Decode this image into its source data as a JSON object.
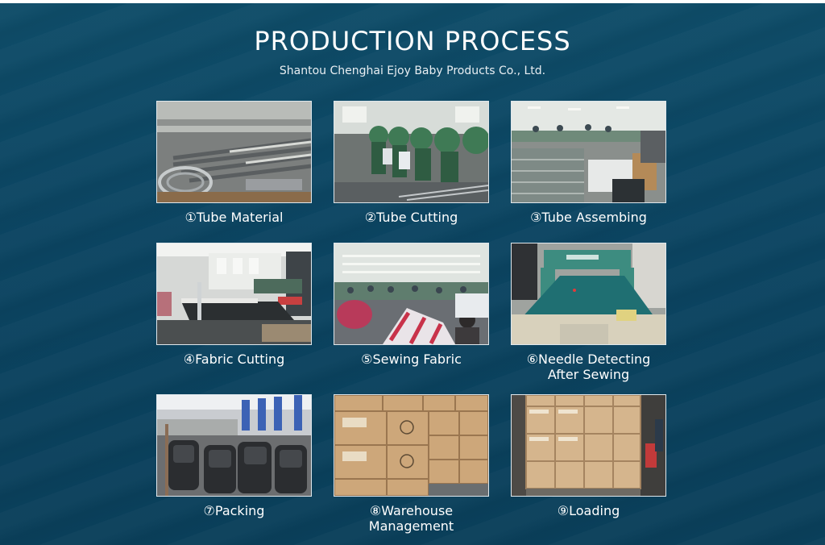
{
  "header": {
    "title": "PRODUCTION PROCESS",
    "subtitle": "Shantou Chenghai Ejoy Baby Products Co., Ltd."
  },
  "steps": [
    {
      "label": "①Tube Material"
    },
    {
      "label": "②Tube Cutting"
    },
    {
      "label": "③Tube Assembing"
    },
    {
      "label": "④Fabric Cutting"
    },
    {
      "label": "⑤Sewing Fabric"
    },
    {
      "label": "⑥Needle Detecting After Sewing"
    },
    {
      "label": "⑦Packing"
    },
    {
      "label": "⑧Warehouse Management"
    },
    {
      "label": "⑨Loading"
    }
  ],
  "colors": {
    "background": "#0b4461",
    "text": "#ffffff",
    "photo_border": "#dfe7ec"
  }
}
